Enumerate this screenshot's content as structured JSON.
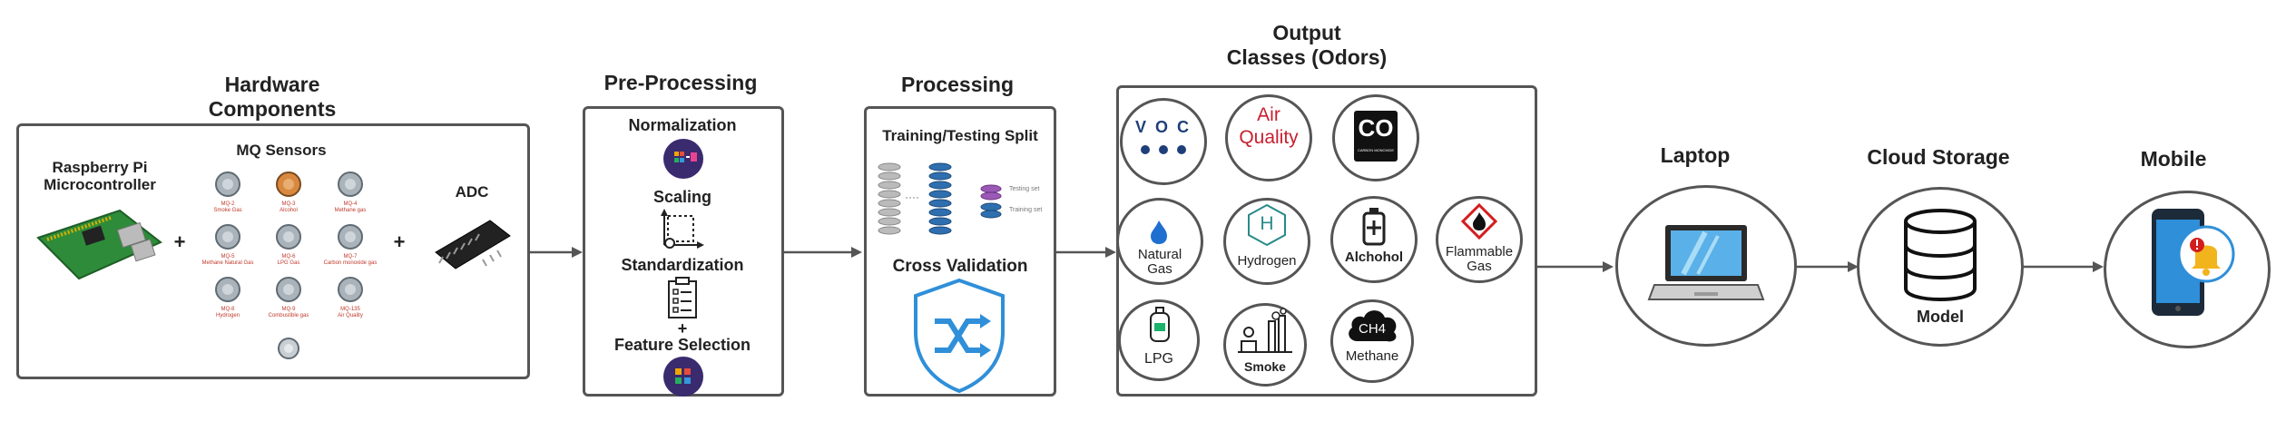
{
  "stages": {
    "hardware": {
      "title": "Hardware\nComponents",
      "rpi": "Raspberry Pi\nMicrocontroller",
      "mq": "MQ Sensors",
      "adc": "ADC",
      "plus": "+",
      "sensors": [
        {
          "label": "MQ-2\nSmoke Gas"
        },
        {
          "label": "MQ-3\nAlcohol"
        },
        {
          "label": "MQ-4\nMethane gas"
        },
        {
          "label": "MQ-5\nMethane Natural Gas"
        },
        {
          "label": "MQ-6\nLPG Gas"
        },
        {
          "label": "MQ-7\nCarbon monoxide gas"
        },
        {
          "label": "MQ-8\nHydrogen"
        },
        {
          "label": "MQ-9\nCombustible gas"
        },
        {
          "label": "MQ-135\nAir Quality"
        }
      ]
    },
    "preprocessing": {
      "title": "Pre-Processing",
      "normalization": "Normalization",
      "scaling": "Scaling",
      "standardization": "Standardization",
      "plus": "+",
      "feature_selection": "Feature Selection"
    },
    "processing": {
      "title": "Processing",
      "split": "Training/Testing Split",
      "testing_set": "Testing set",
      "training_set": "Training set",
      "cross_validation": "Cross Validation"
    },
    "output": {
      "title": "Output\nClasses (Odors)",
      "classes": {
        "voc": "VOC",
        "air_quality": "Air\nQuality",
        "co": "CO",
        "co_sub": "CARBON MONOXIDE",
        "natural_gas": "Natural\nGas",
        "hydrogen": "Hydrogen",
        "hydrogen_symbol": "H",
        "alchohol": "Alchohol",
        "flammable_gas": "Flammable\nGas",
        "lpg": "LPG",
        "smoke": "Smoke",
        "methane": "Methane",
        "methane_symbol": "CH4"
      }
    },
    "laptop": {
      "title": "Laptop"
    },
    "cloud": {
      "title": "Cloud Storage",
      "model": "Model"
    },
    "mobile": {
      "title": "Mobile"
    }
  },
  "colors": {
    "border": "#555555",
    "accent_blue": "#2f7fd1",
    "accent_red": "#c8202f",
    "purple": "#3a2a6e"
  }
}
